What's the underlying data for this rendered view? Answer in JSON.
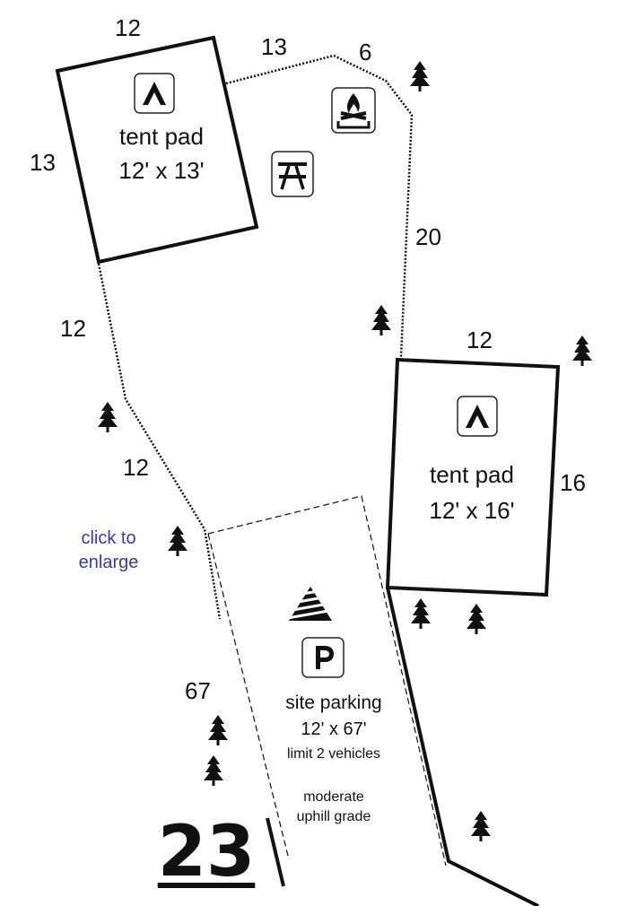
{
  "site_number": "23",
  "tent_pad_1": {
    "label": "tent pad",
    "size": "12' x 13'"
  },
  "tent_pad_2": {
    "label": "tent pad",
    "size": "12' x 16'"
  },
  "parking": {
    "label": "site parking",
    "size": "12' x 67'",
    "limit": "limit 2 vehicles",
    "grade_line1": "moderate",
    "grade_line2": "uphill grade"
  },
  "dimensions": {
    "pad1_top": "12",
    "pad1_left": "13",
    "path_top": "13",
    "path_corner": "6",
    "path_right": "20",
    "path_left_upper": "12",
    "path_left_lower": "12",
    "pad2_top": "12",
    "pad2_right": "16",
    "parking_length": "67"
  },
  "enlarge_link": {
    "line1": "click to",
    "line2": "enlarge"
  },
  "icons": [
    "tent-icon",
    "campfire-icon",
    "picnic-table-icon",
    "parking-icon",
    "tree-icon",
    "grade-arrow-icon"
  ],
  "colors": {
    "ink": "#111111",
    "link": "#3a3aa0",
    "background": "#ffffff"
  }
}
